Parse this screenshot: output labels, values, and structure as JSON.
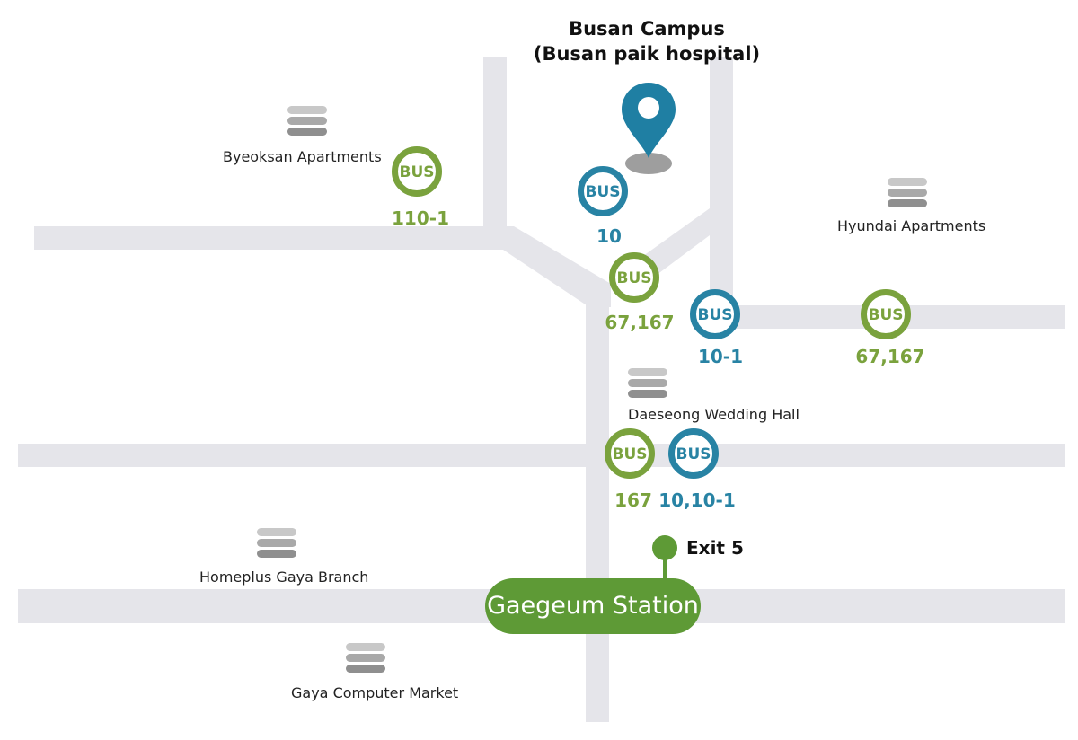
{
  "destination": {
    "title_line1": "Busan Campus",
    "title_line2": "(Busan paik hospital)",
    "pin_icon": "location-pin-icon"
  },
  "landmarks": {
    "byeoksan": "Byeoksan Apartments",
    "hyundai": "Hyundai Apartments",
    "daeseong": "Daeseong Wedding Hall",
    "homeplus": "Homeplus Gaya Branch",
    "gaya_computer": "Gaya Computer Market",
    "icon": "building-icon"
  },
  "bus_stops": {
    "badge_text": "BUS",
    "stop_110_1": {
      "routes": "110-1",
      "color": "green"
    },
    "stop_10": {
      "routes": "10",
      "color": "blue"
    },
    "stop_67_167_a": {
      "routes": "67,167",
      "color": "green"
    },
    "stop_10_1": {
      "routes": "10-1",
      "color": "blue"
    },
    "stop_67_167_b": {
      "routes": "67,167",
      "color": "green"
    },
    "stop_167": {
      "routes": "167",
      "color": "green"
    },
    "stop_10_10_1": {
      "routes": "10,10-1",
      "color": "blue"
    }
  },
  "station": {
    "name": "Gaegeum Station",
    "exit_label": "Exit 5"
  },
  "colors": {
    "road": "#e5e5ea",
    "green_bus": "#7aa23d",
    "blue_bus": "#2883a4",
    "station": "#5e9a36",
    "pin": "#1f7fa3",
    "pin_shadow": "#9e9e9e",
    "building_light": "#c8c8c8",
    "building_mid": "#a9a9a9",
    "building_dark": "#8f8f8f"
  }
}
